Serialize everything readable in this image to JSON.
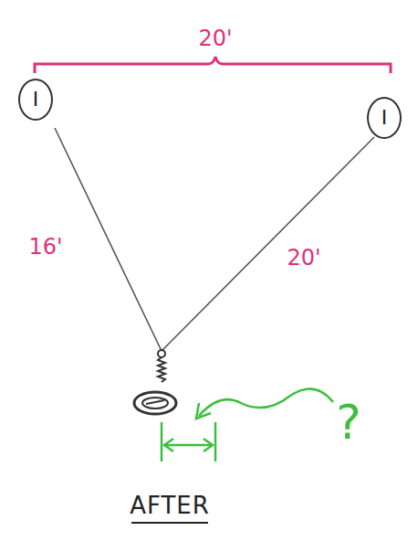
{
  "diagram": {
    "caption": "AFTER",
    "nodes": [
      {
        "text": [
          "I"
        ]
      },
      {
        "text": [
          "I"
        ]
      }
    ],
    "labels": [
      "20'",
      "16'",
      "20'",
      "?"
    ]
  }
}
